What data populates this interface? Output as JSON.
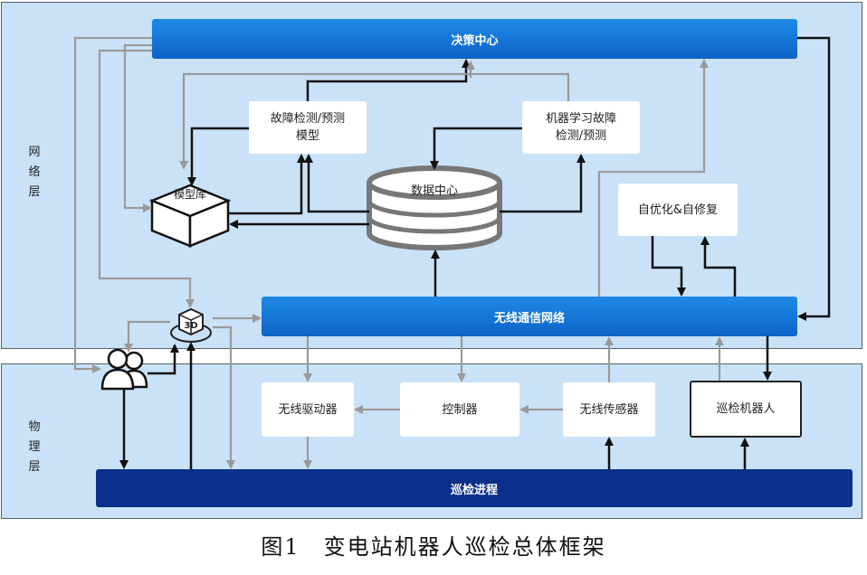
{
  "layers": {
    "network": "网\n络\n层",
    "physical": "物\n理\n层"
  },
  "nodes": {
    "decision_center": "决策中心",
    "fault_model": "故障检测/预测\n模型",
    "ml_fault": "机器学习故障\n检测/预测",
    "data_center": "数据中心",
    "model_library": "模型库",
    "self_optimize": "自优化&自修复",
    "wireless_network": "无线通信网络",
    "icon_3d": "3D",
    "wireless_driver": "无线驱动器",
    "controller": "控制器",
    "wireless_sensor": "无线传感器",
    "inspection_robot": "巡检机器人",
    "inspection_process": "巡检进程"
  },
  "caption": "图1　变电站机器人巡检总体框架",
  "colors": {
    "layer_bg": "#c9e2f8",
    "bar_light": "#1478da",
    "bar_dark": "#0b2f8a",
    "arrow_dark": "#111111",
    "arrow_gray": "#9a9a9a"
  }
}
